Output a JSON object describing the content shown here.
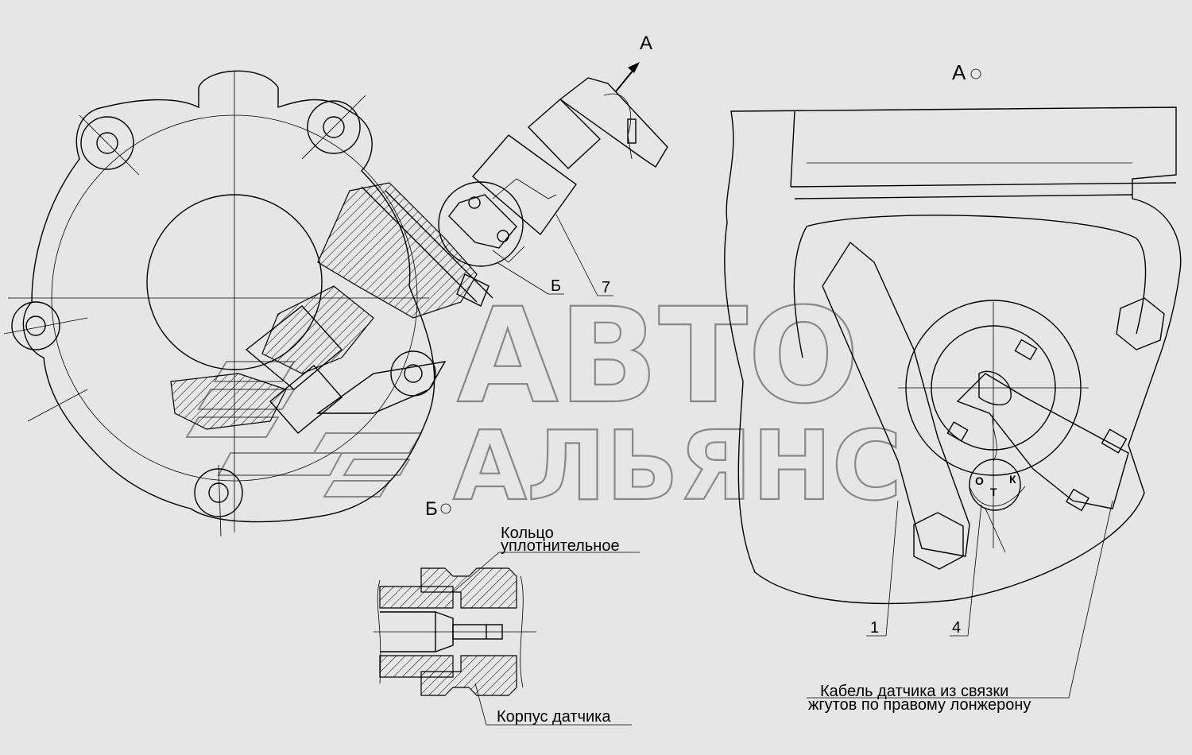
{
  "watermark": {
    "line1": "АВТО",
    "line2": "АЛЬЯНС"
  },
  "views": {
    "view_a_arrow": "А",
    "view_a_title": "А",
    "view_b_title": "Б",
    "section_b_callout": "Б"
  },
  "callouts": {
    "item_7": "7",
    "item_1": "1",
    "item_4": "4"
  },
  "plug_letters": {
    "o": "О",
    "t": "Т",
    "k": "К"
  },
  "detail_labels": {
    "ring_line1": "Кольцо",
    "ring_line2": "уплотнительное",
    "sensor_body": "Корпус датчика"
  },
  "cable_note": {
    "line1": "Кабель датчика из связки",
    "line2": "жгутов по правому лонжерону"
  },
  "colors": {
    "background": "#e6e6e6",
    "ink": "#000000",
    "watermark": "#888888"
  }
}
